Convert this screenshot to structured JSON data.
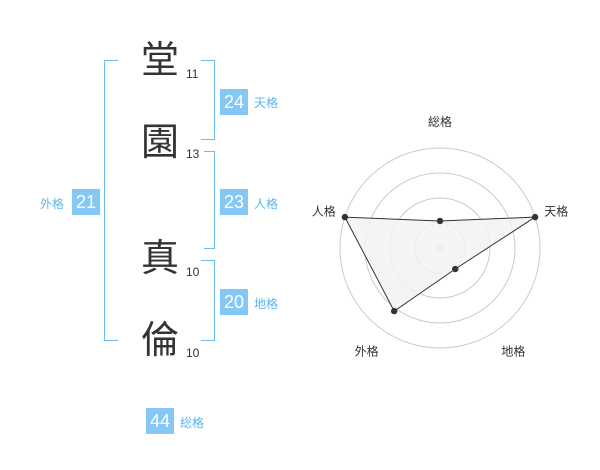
{
  "name_chars": [
    {
      "char": "堂",
      "strokes": "11"
    },
    {
      "char": "園",
      "strokes": "13"
    },
    {
      "char": "真",
      "strokes": "10"
    },
    {
      "char": "倫",
      "strokes": "10"
    }
  ],
  "kakusu": {
    "tenkaku": {
      "value": "24",
      "label": "天格"
    },
    "jinkaku": {
      "value": "23",
      "label": "人格"
    },
    "chikaku": {
      "value": "20",
      "label": "地格"
    },
    "gaikaku": {
      "value": "21",
      "label": "外格"
    },
    "soukaku": {
      "value": "44",
      "label": "総格"
    }
  },
  "chart_data": {
    "type": "radar",
    "axes": [
      "総格",
      "天格",
      "地格",
      "外格",
      "人格"
    ],
    "values": [
      0.27,
      1.0,
      0.26,
      0.78,
      1.0
    ],
    "max": 1,
    "ring_count": 4,
    "fill_color": "#f2f2f2",
    "line_color": "#333333",
    "grid_color": "#cccccc"
  }
}
